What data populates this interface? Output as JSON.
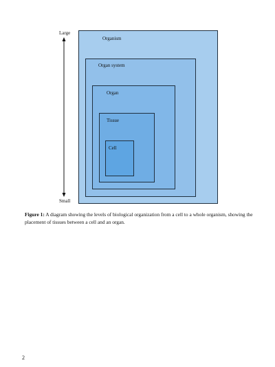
{
  "scale": {
    "top_label": "Large",
    "bottom_label": "Small"
  },
  "levels": {
    "organism": "Organism",
    "organ_system": "Organ system",
    "organ": "Organ",
    "tissue": "Tissue",
    "cell": "Cell"
  },
  "caption": {
    "label": "Figure 1:",
    "text": " A diagram showing the levels of biological organization from a cell to a whole organism, showing the placement of tissues between a cell and an organ."
  },
  "page_number": "2",
  "colors": {
    "organism": "#a7cdee",
    "organ_system": "#92c0ea",
    "organ": "#81b7e8",
    "tissue": "#6fade4",
    "cell": "#5ea5e2",
    "border": "#1f2f3f"
  }
}
